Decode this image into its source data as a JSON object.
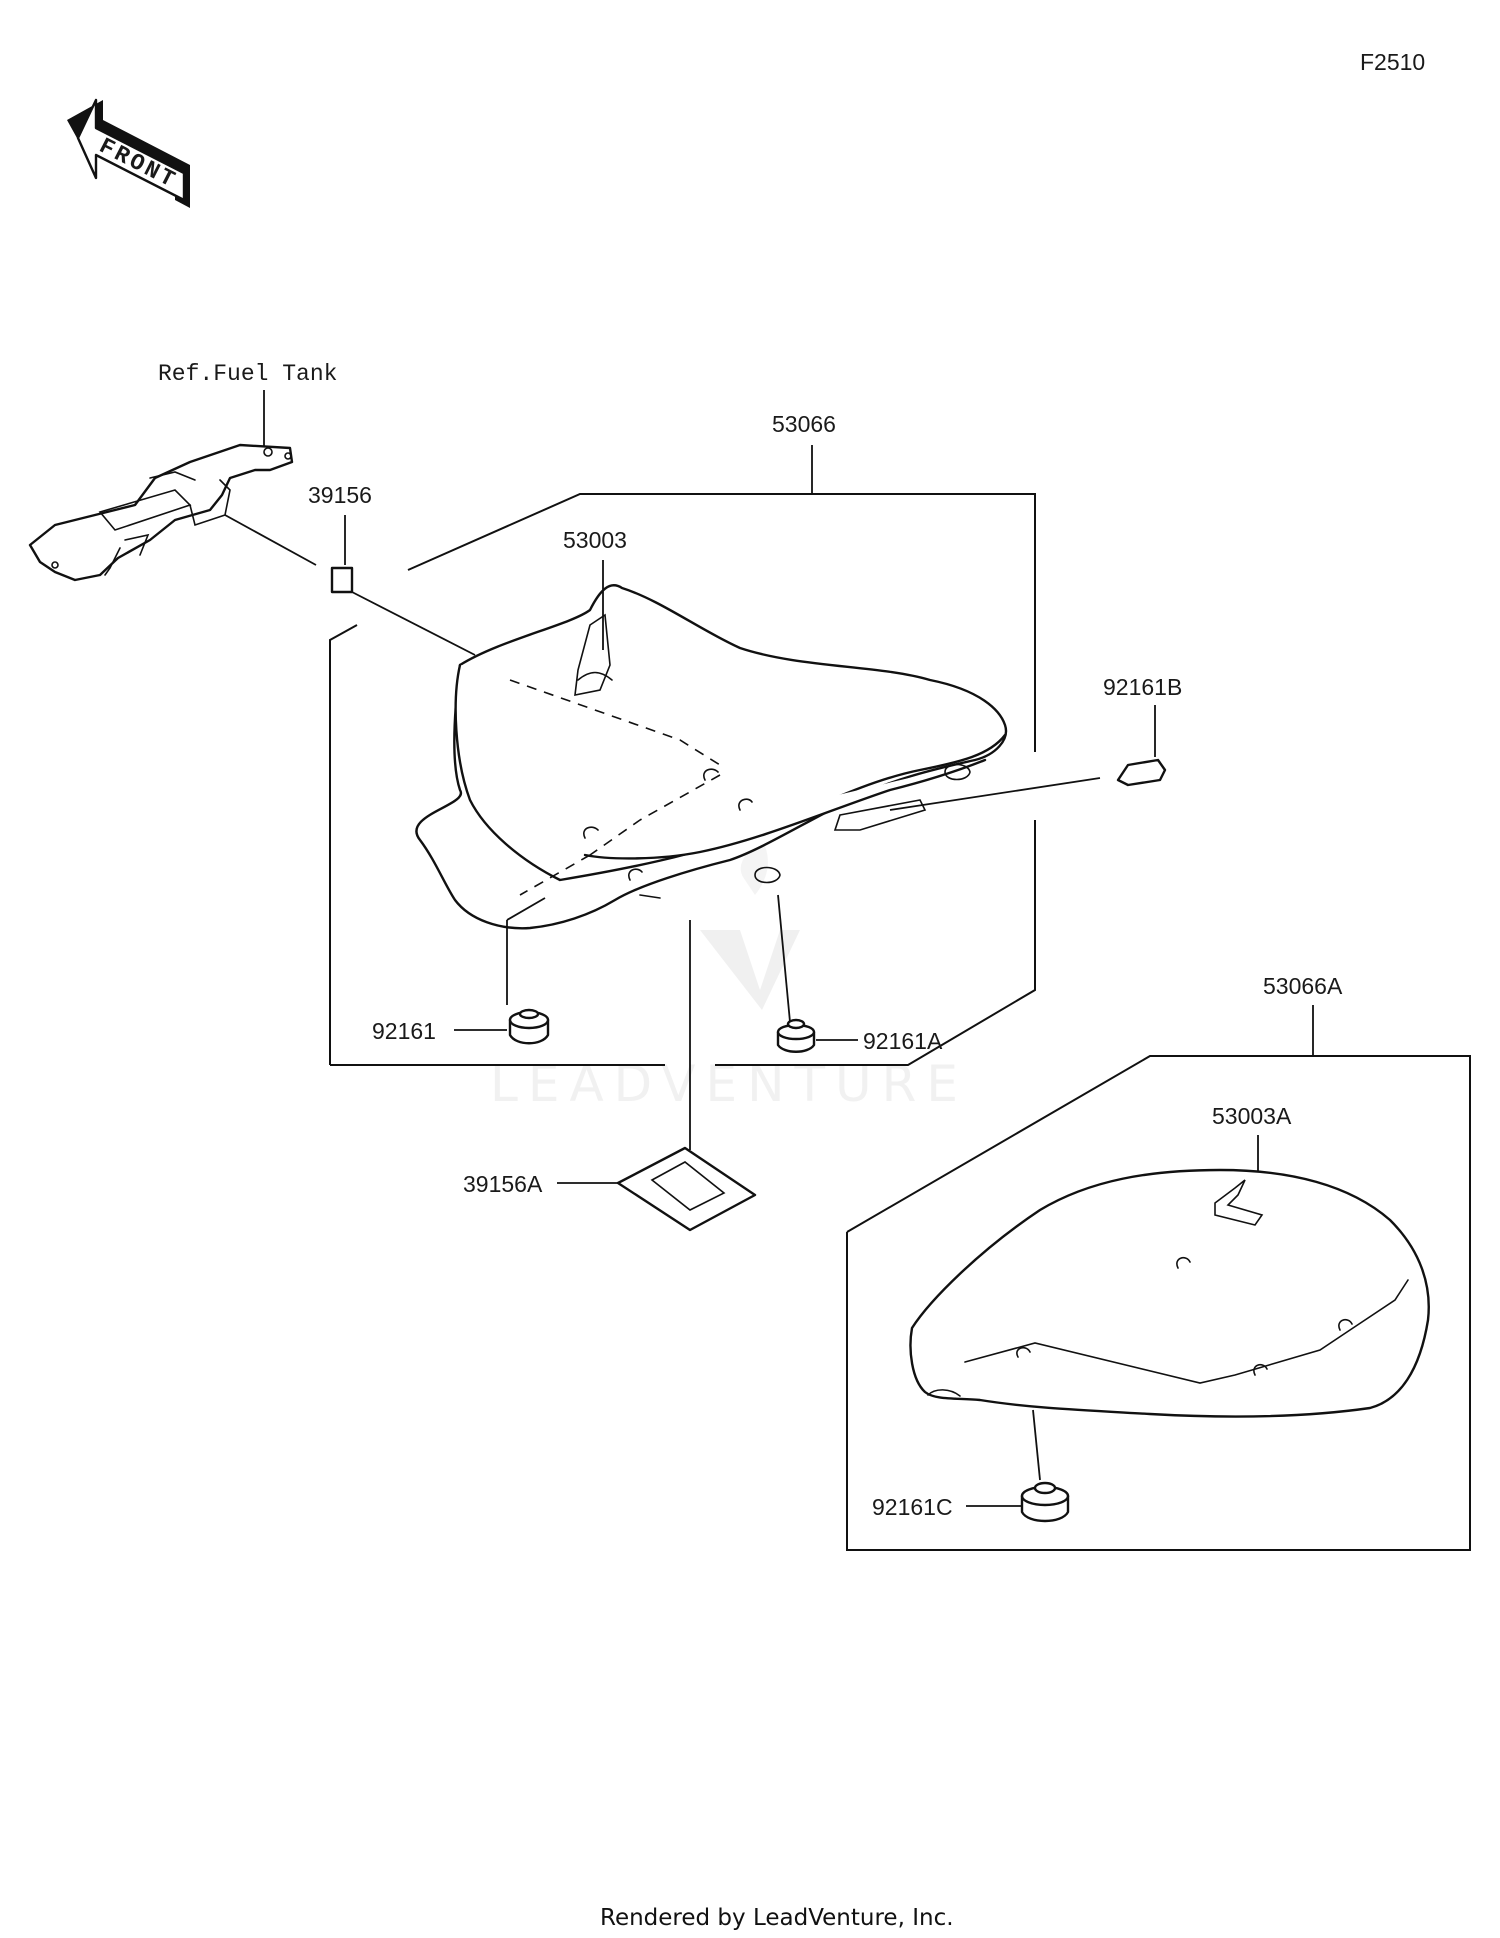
{
  "diagram_code": "F2510",
  "front_arrow": {
    "text": "FRONT",
    "icon": "front-direction-arrow-icon"
  },
  "reference_label": "Ref.Fuel Tank",
  "watermark": "LEADVENTURE",
  "footer": "Rendered by LeadVenture, Inc.",
  "callouts": {
    "rider_seat_assy": "53066",
    "rider_seat_cover": "53003",
    "seat_sheet": "39156",
    "seat_pad": "39156A",
    "damper": "92161",
    "damper_a": "92161A",
    "damper_b": "92161B",
    "passenger_seat_assy": "53066A",
    "passenger_seat_cover": "53003A",
    "damper_c": "92161C"
  }
}
